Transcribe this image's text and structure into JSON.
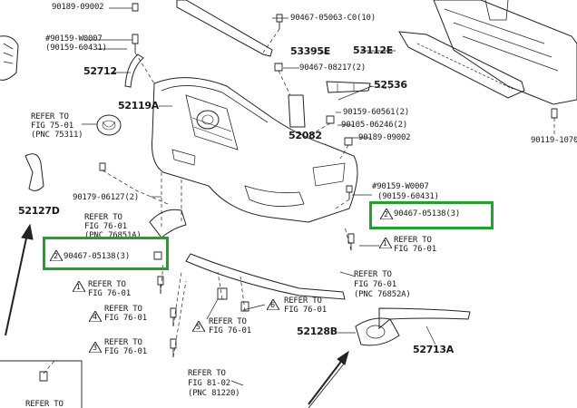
{
  "callouts": {
    "p90189_top": "90189-09002",
    "p90159_w_top": "#90159-W0007",
    "p90159_60431_top": "(90159-60431)",
    "p52712": "52712",
    "p52119a": "52119A",
    "ref75_1": "REFER TO",
    "ref75_2": "FIG 75-01",
    "ref75_3": "(PNC 75311)",
    "p52127d": "52127D",
    "p90179": "90179-06127(2)",
    "ref76a_1": "REFER TO",
    "ref76a_2": "FIG 76-01",
    "ref76a_3": "(PNC 76851A)",
    "p90467_05138_left": "90467-05138(3)",
    "tri2_left": "2",
    "ref_t1_1": "REFER TO",
    "ref_t1_2": "FIG 76-01",
    "tri1_left": "1",
    "ref_t4_1": "REFER TO",
    "ref_t4_2": "FIG 76-01",
    "tri4": "4",
    "ref_t3_1": "REFER TO",
    "ref_t3_2": "FIG 76-01",
    "tri3": "3",
    "ref_bottom_left": "REFER TO",
    "p90467_05063": "90467-05063-C0(10)",
    "p53395e": "53395E",
    "p90467_08217": "90467-08217(2)",
    "p53112e": "53112E",
    "p52536": "52536",
    "p90159_60561": "90159-60561(2)",
    "p90105_06246": "90105-06246(2)",
    "p52082": "52082",
    "p90189_09002_mid": "90189-09002",
    "p90119": "90119-1070",
    "p90159_w_right": "#90159-W0007",
    "p90159_60431_right": "(90159-60431)",
    "p90467_05138_right": "90467-05138(3)",
    "tri2_right": "2",
    "ref_t1r_1": "REFER TO",
    "ref_t1r_2": "FIG 76-01",
    "tri1_right": "1",
    "ref_5_1": "REFER TO",
    "ref_5_2": "FIG 76-01",
    "tri5": "5",
    "ref_6_1": "REFER TO",
    "ref_6_2": "FIG 76-01",
    "tri6": "6",
    "ref76b_1": "REFER TO",
    "ref76b_2": "FIG 76-01",
    "ref76b_3": "(PNC 76852A)",
    "p52128b": "52128B",
    "p52713a": "52713A",
    "ref81_1": "REFER TO",
    "ref81_2": "FIG 81-02",
    "ref81_3": "(PNC 81220)"
  },
  "highlight_color": "#1fa22a"
}
